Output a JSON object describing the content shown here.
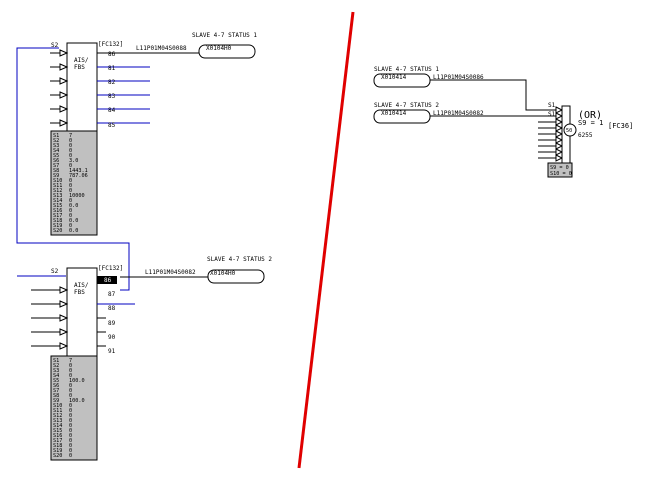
{
  "block1": {
    "ref": "S2",
    "tag": "[FC132]",
    "type_line1": "AIS/",
    "type_line2": "FBS",
    "top_pin": "86",
    "outputs": [
      "81",
      "82",
      "83",
      "84",
      "85"
    ],
    "signal": "L11P01M04S0088",
    "status_title": "SLAVE 4-7 STATUS 1",
    "status_value": "X0104H0",
    "specs": [
      {
        "n": "S1",
        "v": "7"
      },
      {
        "n": "S2",
        "v": "0"
      },
      {
        "n": "S3",
        "v": "0"
      },
      {
        "n": "S4",
        "v": "0"
      },
      {
        "n": "S5",
        "v": "0"
      },
      {
        "n": "S6",
        "v": "3.0"
      },
      {
        "n": "S7",
        "v": "0"
      },
      {
        "n": "S8",
        "v": "1443.1"
      },
      {
        "n": "S9",
        "v": "787.06"
      },
      {
        "n": "S10",
        "v": "0"
      },
      {
        "n": "S11",
        "v": "0"
      },
      {
        "n": "S12",
        "v": "0"
      },
      {
        "n": "S13",
        "v": "10000"
      },
      {
        "n": "S14",
        "v": "0"
      },
      {
        "n": "S15",
        "v": "0.0"
      },
      {
        "n": "S16",
        "v": "0"
      },
      {
        "n": "S17",
        "v": "0"
      },
      {
        "n": "S18",
        "v": "0.0"
      },
      {
        "n": "S19",
        "v": "0"
      },
      {
        "n": "S20",
        "v": "0.0"
      }
    ]
  },
  "block2": {
    "ref": "S2",
    "tag": "[FC132]",
    "type_line1": "AIS/",
    "type_line2": "FBS",
    "highlight_pin": "86",
    "outputs": [
      "87",
      "88",
      "89",
      "90",
      "91"
    ],
    "signal": "L11P01M04S0082",
    "status_title": "SLAVE 4-7 STATUS 2",
    "status_value": "X0104H0",
    "specs": [
      {
        "n": "S1",
        "v": "7"
      },
      {
        "n": "S2",
        "v": "0"
      },
      {
        "n": "S3",
        "v": "0"
      },
      {
        "n": "S4",
        "v": "0"
      },
      {
        "n": "S5",
        "v": "100.0"
      },
      {
        "n": "S6",
        "v": "0"
      },
      {
        "n": "S7",
        "v": "0"
      },
      {
        "n": "S8",
        "v": "0"
      },
      {
        "n": "S9",
        "v": "100.0"
      },
      {
        "n": "S10",
        "v": "0"
      },
      {
        "n": "S11",
        "v": "0"
      },
      {
        "n": "S12",
        "v": "0"
      },
      {
        "n": "S13",
        "v": "0"
      },
      {
        "n": "S14",
        "v": "0"
      },
      {
        "n": "S15",
        "v": "0"
      },
      {
        "n": "S16",
        "v": "0"
      },
      {
        "n": "S17",
        "v": "0"
      },
      {
        "n": "S18",
        "v": "0"
      },
      {
        "n": "S19",
        "v": "0"
      },
      {
        "n": "S20",
        "v": "0"
      }
    ]
  },
  "or_block": {
    "input1_title": "SLAVE 4-7 STATUS 1",
    "input1_value": "X010414",
    "input1_signal": "L11P01M04S0086",
    "input2_title": "SLAVE 4-7 STATUS 2",
    "input2_value": "X010414",
    "input2_signal": "L11P01M04S0082",
    "ref": "S1",
    "label": "(OR)",
    "formula": "S9 = 1",
    "tag": "[FC36]",
    "out_pin": "S1",
    "gate_label": "50",
    "block_no": "6255",
    "specs": [
      "S9 = 0",
      "S10 = 0"
    ]
  },
  "colors": {
    "line": "#000000",
    "link": "#0000c0",
    "divider": "#e00000",
    "spec_panel": "#c0c0c0"
  }
}
